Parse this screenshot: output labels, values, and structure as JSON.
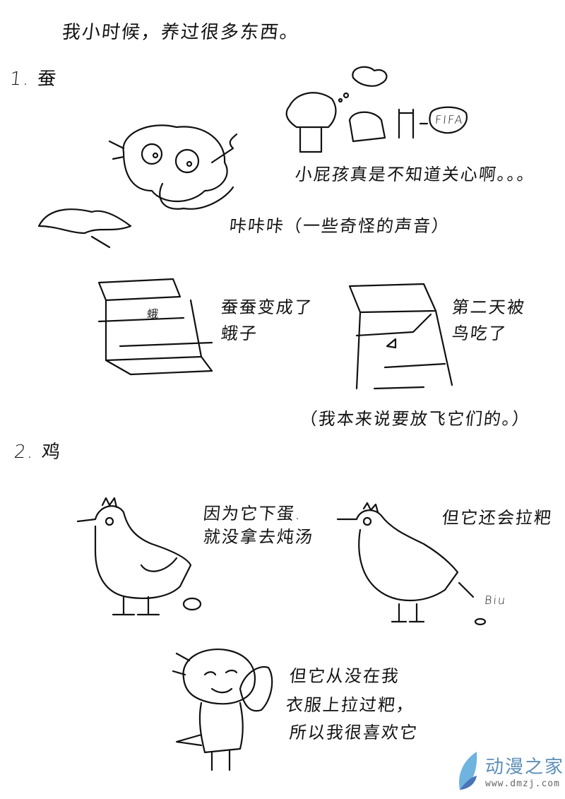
{
  "title": "我小时候，养过很多东西。",
  "section1": {
    "heading": "1. 蚕",
    "thought_label": "FIFA",
    "caption_kid": "小屁孩真是不知道关心啊。。。",
    "sound": "咔咔咔（一些奇怪的声音）",
    "box1_caption": [
      "蚕蚕变成了",
      "蛾子"
    ],
    "box2_caption": [
      "第二天被",
      "鸟吃了"
    ],
    "note": "（我本来说要放飞它们的。）",
    "box_label": "蛾"
  },
  "section2": {
    "heading": "2. 鸡",
    "chicken1_caption": [
      "因为它下蛋.",
      "就没拿去炖汤"
    ],
    "chicken2_caption": "但它还会拉粑",
    "sfx": "Biu",
    "ending_caption": [
      "但它从没在我",
      "衣服上拉过粑，",
      "所以我很喜欢它"
    ]
  },
  "watermark": {
    "name": "动漫之家",
    "url": "www.dmzj.com",
    "color": "#5d8fb8"
  }
}
